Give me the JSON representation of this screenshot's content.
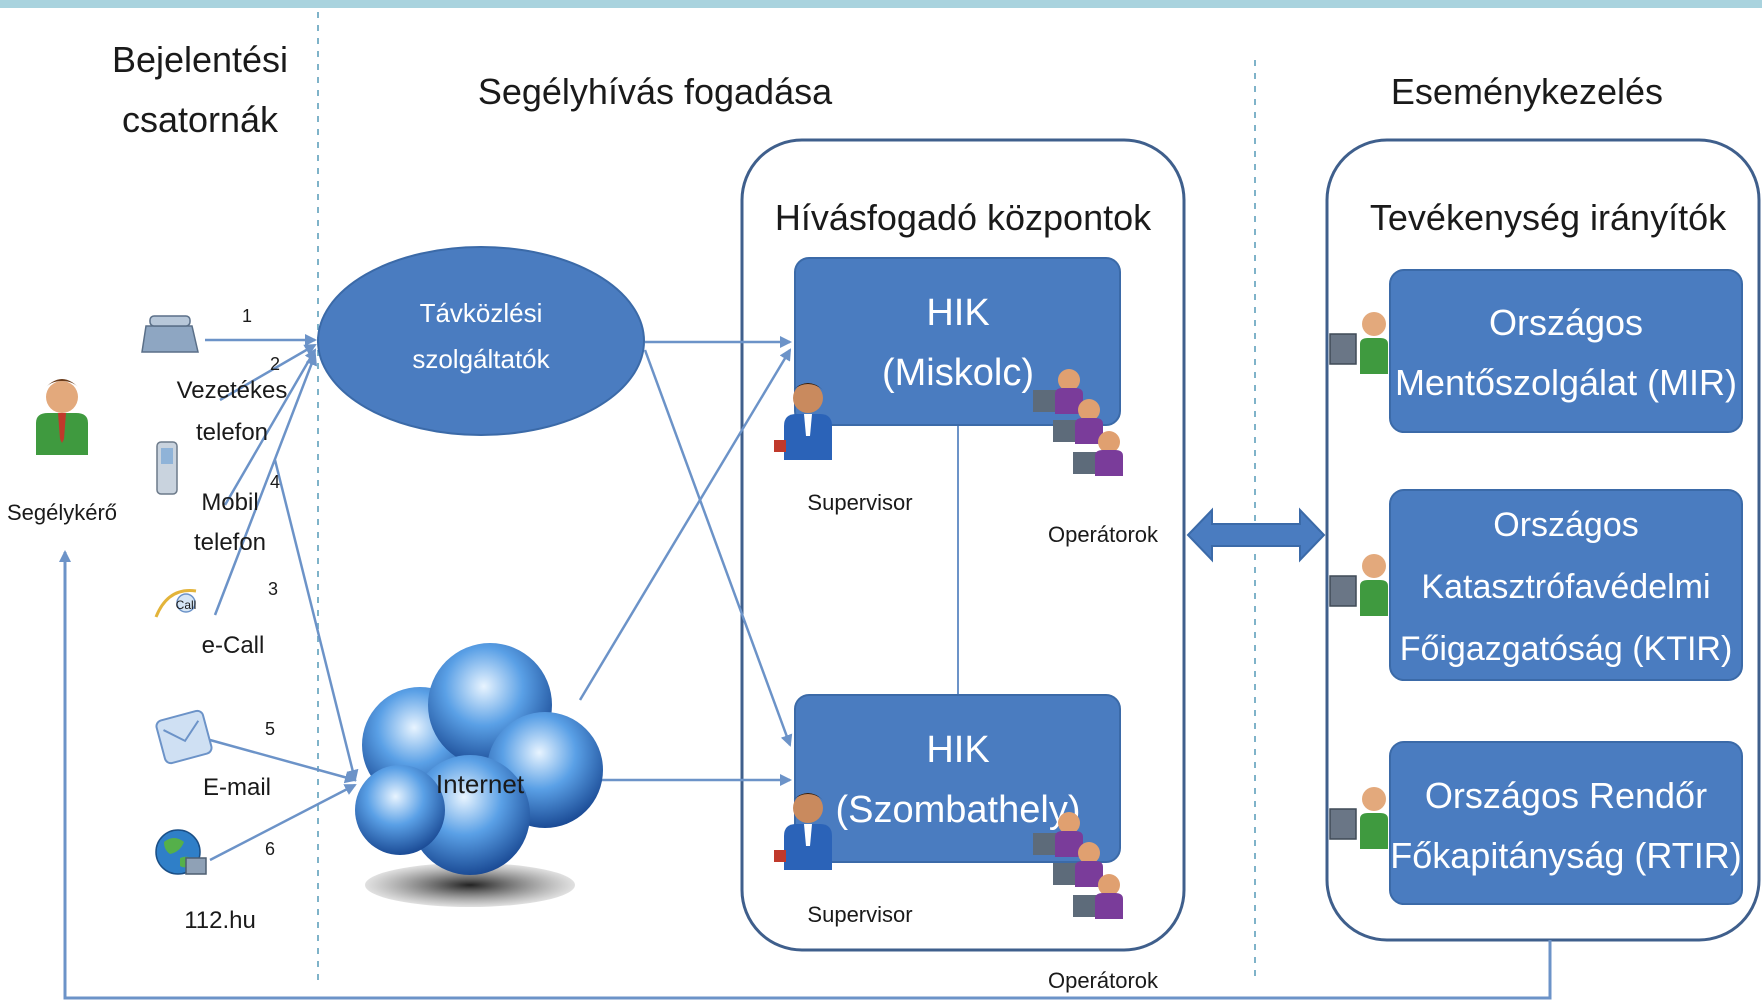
{
  "sections": {
    "channels": {
      "line1": "Bejelentési",
      "line2": "csatornák"
    },
    "reception": "Segélyhívás fogadása",
    "events": "Eseménykezelés"
  },
  "caller": {
    "label": "Segélykérő"
  },
  "channels": [
    {
      "id": "fixed",
      "number": "1",
      "number2": "2",
      "label1": "Vezetékes",
      "label2": "telefon"
    },
    {
      "id": "mobile",
      "number": "4",
      "label1": "Mobil",
      "label2": "telefon"
    },
    {
      "id": "ecall",
      "number": "3",
      "label1": "e-Call",
      "badge": "Call"
    },
    {
      "id": "email",
      "number": "5",
      "label1": "E-mail"
    },
    {
      "id": "web",
      "number": "6",
      "label1": "112.hu"
    }
  ],
  "telecom": {
    "line1": "Távközlési",
    "line2": "szolgáltatók"
  },
  "internet": {
    "label": "Internet"
  },
  "call_centers": {
    "title": "Hívásfogadó központok",
    "hik1": {
      "line1": "HIK",
      "line2": "(Miskolc)",
      "supervisor": "Supervisor",
      "operators": "Operátorok"
    },
    "hik2": {
      "line1": "HIK",
      "line2": "(Szombathely)",
      "supervisor": "Supervisor",
      "operators": "Operátorok"
    }
  },
  "dispatch": {
    "title": "Tevékenység irányítók",
    "units": [
      {
        "lines": [
          "Országos",
          "Mentőszolgálat (MIR)"
        ]
      },
      {
        "lines": [
          "Országos",
          "Katasztrófavédelmi",
          "Főigazgatóság (KTIR)"
        ]
      },
      {
        "lines": [
          "Országos Rendőr",
          "Főkapitányság (RTIR)"
        ]
      }
    ]
  },
  "colors": {
    "box_fill": "#4a7cc0",
    "box_stroke": "#3b6aa8",
    "line": "#6c93c8",
    "container_stroke": "#3f5f8c",
    "top_bar": "#a9d3de"
  }
}
